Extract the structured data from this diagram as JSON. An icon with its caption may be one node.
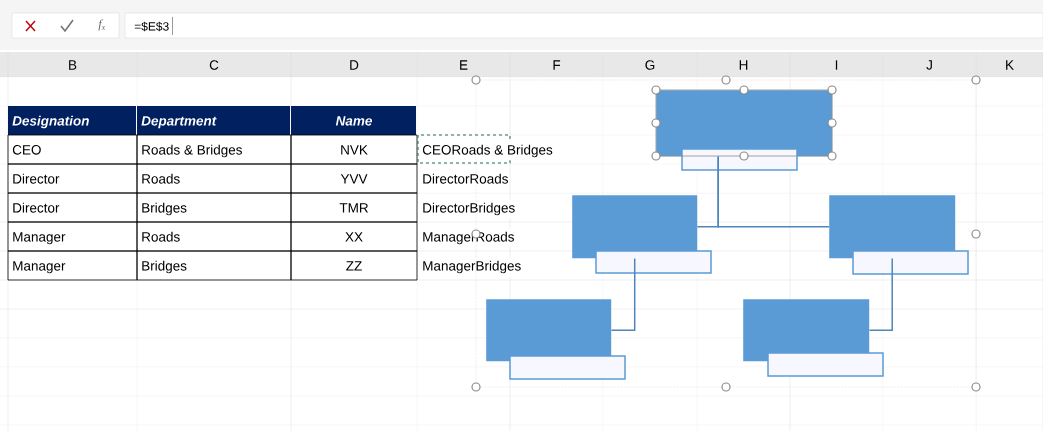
{
  "diagram": {
    "nodes": [
      {
        "text": [],
        "shape": "box"
      },
      {
        "text": [],
        "shape": "box"
      },
      {
        "text": [],
        "shape": "box"
      },
      {
        "text": [],
        "shape": "box"
      },
      {
        "text": [],
        "shape": "box"
      }
    ],
    "edges": [
      {
        "from": 0,
        "to": 1,
        "arrow": "none"
      },
      {
        "from": 0,
        "to": 2,
        "arrow": "none"
      },
      {
        "from": 1,
        "to": 3,
        "arrow": "none"
      },
      {
        "from": 2,
        "to": 4,
        "arrow": "none"
      }
    ],
    "labels": [
      "f$_{x}$",
      "=$E$3",
      "B",
      "C",
      "D",
      "E",
      "F",
      "G",
      "H",
      "I",
      "J",
      "K",
      "Designation",
      "Department",
      "Name",
      "CEO",
      "Roads & Bridges",
      "NVK",
      "CEORoads & Bridges",
      "Director",
      "Roads",
      "YVV",
      "DirectorRoads",
      "Director",
      "Bridges",
      "TMR",
      "DirectorBridges",
      "Manager",
      "Roads",
      "XX",
      "ManagerRoads",
      "Manager",
      "Bridges",
      "ZZ",
      "ManagerBridges"
    ]
  }
}
